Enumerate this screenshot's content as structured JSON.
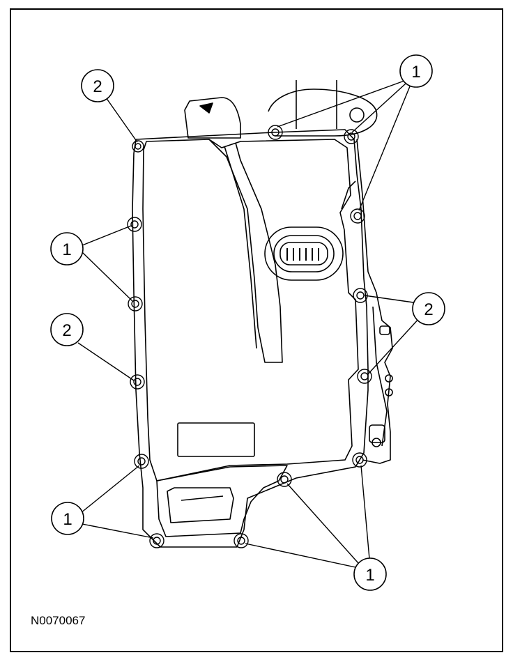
{
  "figure": {
    "id": "N0070067",
    "line_color": "#000000",
    "background": "#ffffff"
  },
  "callouts": [
    {
      "label": "1"
    },
    {
      "label": "2"
    },
    {
      "label": "1"
    },
    {
      "label": "2"
    },
    {
      "label": "2"
    },
    {
      "label": "1"
    },
    {
      "label": "1"
    }
  ]
}
